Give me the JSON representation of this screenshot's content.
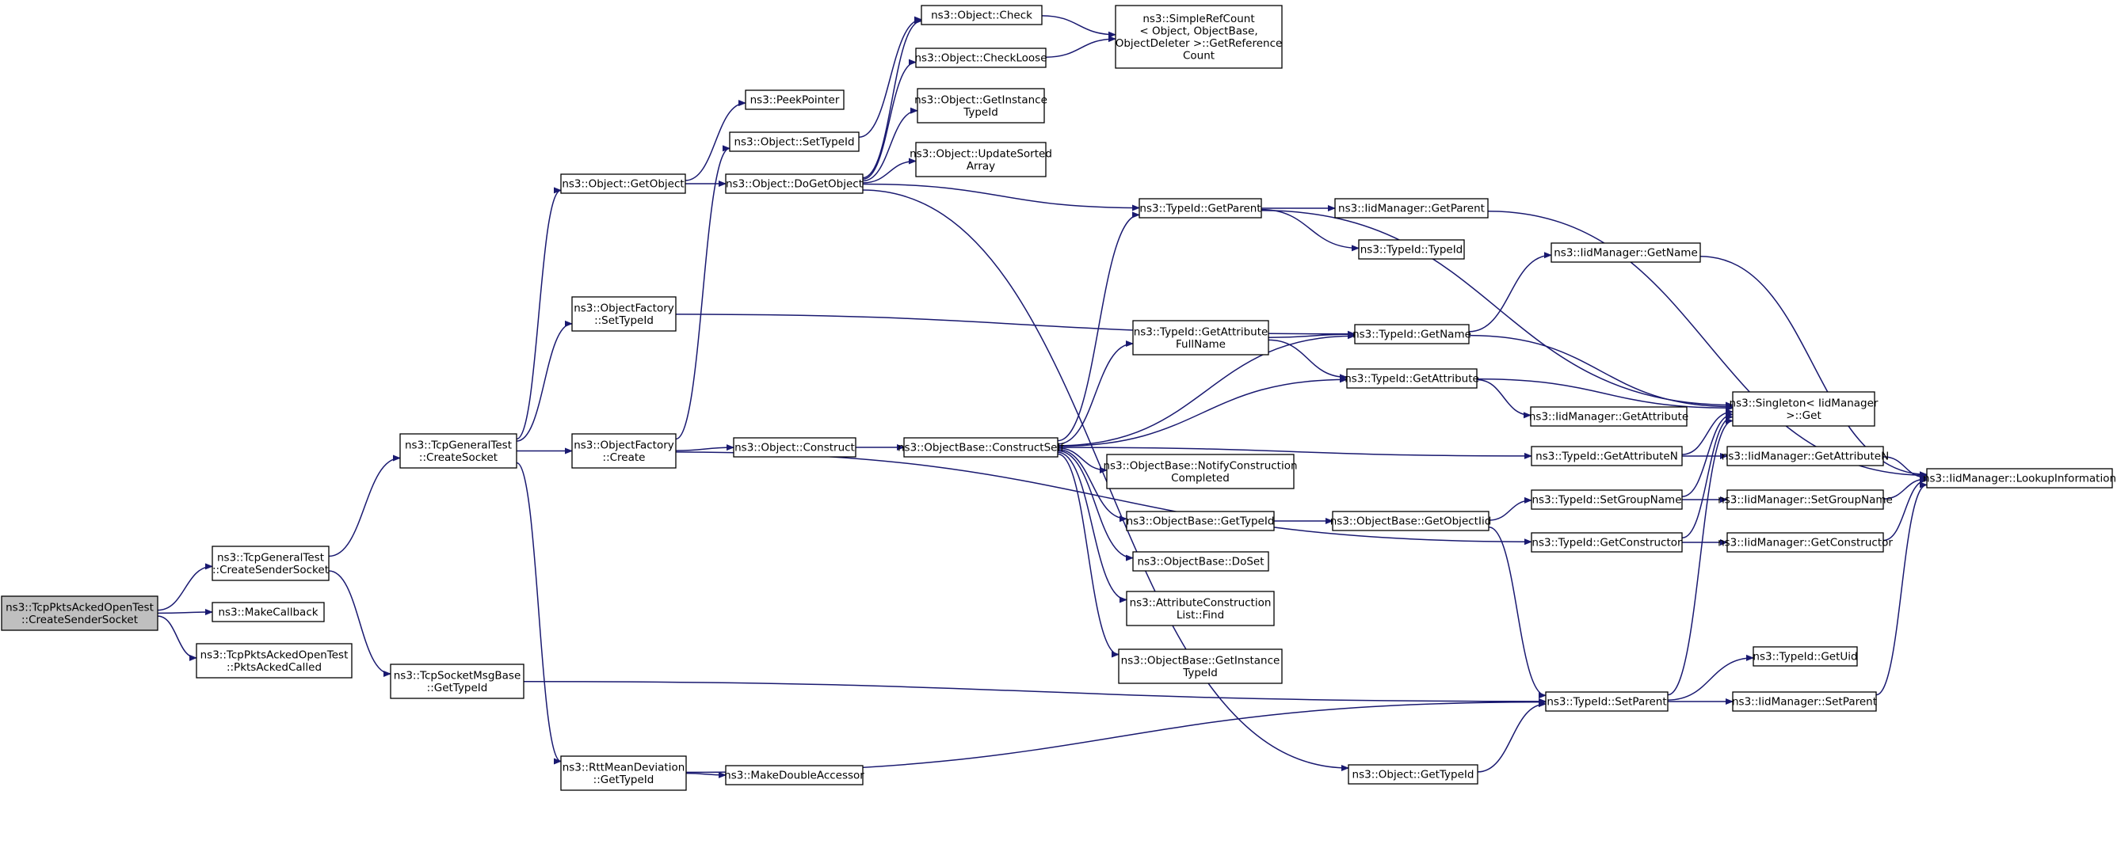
{
  "graph_title": "",
  "colors": {
    "edge": "#191970",
    "node_border": "#000000",
    "root_fill": "#bfbfbf",
    "node_fill": "#ffffff"
  },
  "nodes": {
    "root": [
      "ns3::TcpPktsAckedOpenTest",
      "::CreateSenderSocket"
    ],
    "tg_create_sender": [
      "ns3::TcpGeneralTest",
      "::CreateSenderSocket"
    ],
    "make_callback": [
      "ns3::MakeCallback"
    ],
    "pkts_acked_called": [
      "ns3::TcpPktsAckedOpenTest",
      "::PktsAckedCalled"
    ],
    "tg_create_socket": [
      "ns3::TcpGeneralTest",
      "::CreateSocket"
    ],
    "socket_msgbase": [
      "ns3::TcpSocketMsgBase",
      "::GetTypeId"
    ],
    "obj_getobject": [
      "ns3::Object::GetObject"
    ],
    "objfactory_settypeid": [
      "ns3::ObjectFactory",
      "::SetTypeId"
    ],
    "objfactory_create": [
      "ns3::ObjectFactory",
      "::Create"
    ],
    "rtt_gettypeid": [
      "ns3::RttMeanDeviation",
      "::GetTypeId"
    ],
    "peekpointer": [
      "ns3::PeekPointer"
    ],
    "obj_settypeid": [
      "ns3::Object::SetTypeId"
    ],
    "obj_dogetobject": [
      "ns3::Object::DoGetObject"
    ],
    "obj_construct": [
      "ns3::Object::Construct"
    ],
    "make_double_accessor": [
      "ns3::MakeDoubleAccessor"
    ],
    "obj_check": [
      "ns3::Object::Check"
    ],
    "obj_checkloose": [
      "ns3::Object::CheckLoose"
    ],
    "obj_getinstancetypeid": [
      "ns3::Object::GetInstance",
      "TypeId"
    ],
    "obj_updatesorted": [
      "ns3::Object::UpdateSorted",
      "Array"
    ],
    "simplerefcount": [
      "ns3::SimpleRefCount",
      "< Object, ObjectBase,",
      " ObjectDeleter >::GetReference",
      "Count"
    ],
    "ob_constructself": [
      "ns3::ObjectBase::ConstructSelf"
    ],
    "typeid_getparent": [
      "ns3::TypeId::GetParent"
    ],
    "typeid_getattrfullname": [
      "ns3::TypeId::GetAttribute",
      "FullName"
    ],
    "ob_notify": [
      "ns3::ObjectBase::NotifyConstruction",
      "Completed"
    ],
    "ob_gettypeid": [
      "ns3::ObjectBase::GetTypeId"
    ],
    "ob_doset": [
      "ns3::ObjectBase::DoSet"
    ],
    "attrconstr_find": [
      "ns3::AttributeConstruction",
      "List::Find"
    ],
    "ob_getinstancetypeid": [
      "ns3::ObjectBase::GetInstance",
      "TypeId"
    ],
    "obj_gettypeid": [
      "ns3::Object::GetTypeId"
    ],
    "iid_getparent": [
      "ns3::IidManager::GetParent"
    ],
    "typeid_typeid": [
      "ns3::TypeId::TypeId"
    ],
    "typeid_getname": [
      "ns3::TypeId::GetName"
    ],
    "typeid_getattribute": [
      "ns3::TypeId::GetAttribute"
    ],
    "ob_getobjectiid": [
      "ns3::ObjectBase::GetObjectIid"
    ],
    "typeid_getattributen": [
      "ns3::TypeId::GetAttributeN"
    ],
    "typeid_setgroupname": [
      "ns3::TypeId::SetGroupName"
    ],
    "typeid_getconstructor": [
      "ns3::TypeId::GetConstructor"
    ],
    "typeid_setparent": [
      "ns3::TypeId::SetParent"
    ],
    "iid_getname": [
      "ns3::IidManager::GetName"
    ],
    "iid_getattribute": [
      "ns3::IidManager::GetAttribute"
    ],
    "singleton_get": [
      "ns3::Singleton< IidManager",
      " >::Get"
    ],
    "iid_getattributen": [
      "ns3::IidManager::GetAttributeN"
    ],
    "iid_setgroupname": [
      "ns3::IidManager::SetGroupName"
    ],
    "iid_getconstructor": [
      "ns3::IidManager::GetConstructor"
    ],
    "typeid_getuid": [
      "ns3::TypeId::GetUid"
    ],
    "iid_setparent": [
      "ns3::IidManager::SetParent"
    ],
    "iid_lookupinfo": [
      "ns3::IidManager::LookupInformation"
    ]
  }
}
